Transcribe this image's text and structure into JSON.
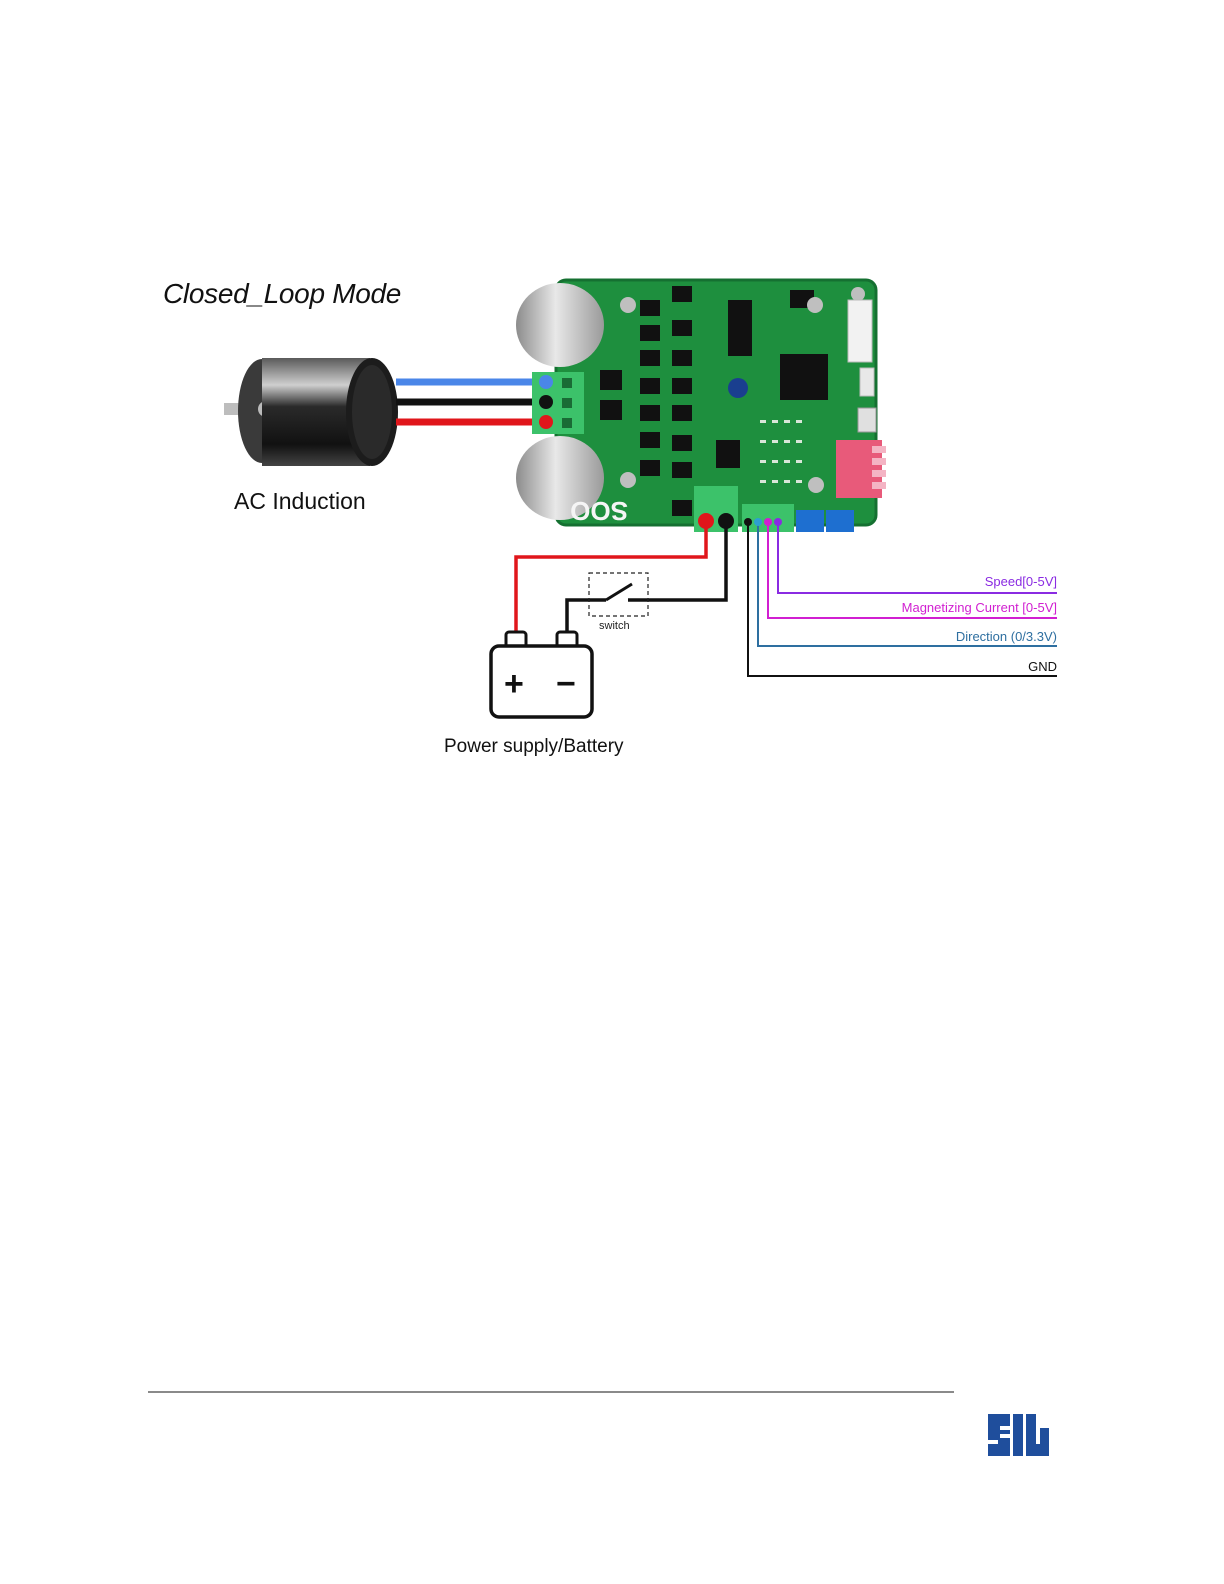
{
  "diagram": {
    "title": "Closed_Loop Mode",
    "motor_label": "AC Induction",
    "battery_label": "Power supply/Battery",
    "switch_label": "switch",
    "signals": {
      "speed": "Speed[0-5V]",
      "magnetizing": "Magnetizing Current [0-5V]",
      "direction": "Direction (0/3.3V)",
      "gnd": "GND"
    },
    "board_silk": "00S",
    "battery_plus": "+",
    "battery_minus": "−"
  },
  "colors": {
    "speed": "#8a2be2",
    "magnetizing": "#d11fd1",
    "direction": "#2e6fa0",
    "gnd": "#111111",
    "wire_blue": "#4a86e8",
    "wire_red": "#e0161b",
    "pcb": "#1e8f3e"
  },
  "icons": [
    "ac-motor-image",
    "motor-controller-board",
    "battery-icon",
    "switch-icon",
    "company-logo"
  ]
}
